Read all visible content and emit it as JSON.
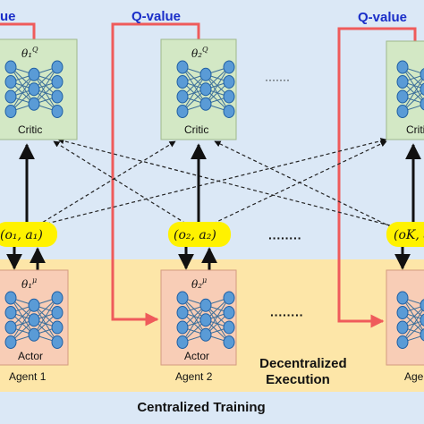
{
  "colors": {
    "training_bg": "#dbe8f6",
    "execution_bg": "#fde6a8",
    "critic_box": "#d3e8c5",
    "actor_box": "#f8cdb6",
    "node_fill": "#5a9bd6",
    "node_edge": "#1f5fa3",
    "link": "#3c6f9a",
    "q_arrow": "#ef5b5b",
    "q_text": "#1a2ec8",
    "obs_pill": "#fff200"
  },
  "qvalue": {
    "left_partial": "ue",
    "agent2": "Q-value",
    "agentK": "Q-value"
  },
  "critic": {
    "label": "Critic",
    "param1": "θ₁",
    "param2": "θ₂",
    "sup": "Q"
  },
  "actor": {
    "label": "Actor",
    "param1": "θ₁",
    "param2": "θ₂",
    "sup": "μ"
  },
  "obs": {
    "o1": "(o₁, a₁)",
    "o2": "(o₂, a₂)",
    "oK": "(oK, a"
  },
  "ellipsis": {
    "critic": "·······",
    "obs": "········",
    "actor": "········"
  },
  "agents": {
    "a1": "Agent 1",
    "a2": "Agent 2",
    "aK": "Age"
  },
  "execution_label": [
    "Decentralized",
    "Execution"
  ],
  "training_label": "Centralized Training"
}
